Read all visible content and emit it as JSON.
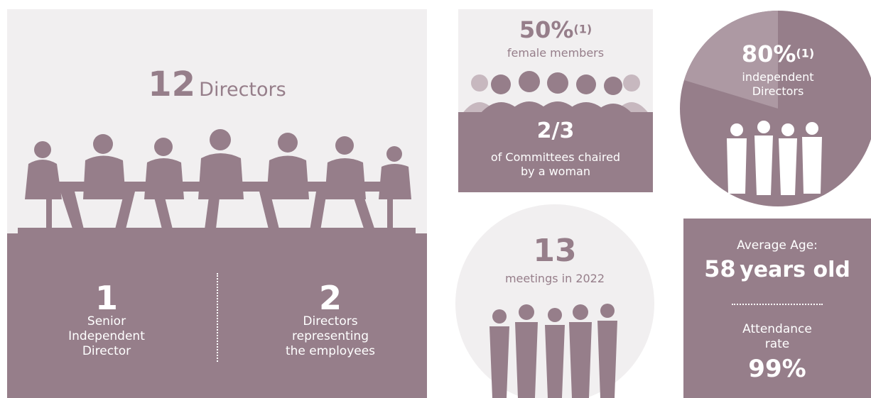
{
  "board": {
    "directors_number": "12",
    "directors_label": "Directors",
    "senior_number": "1",
    "senior_label_1": "Senior",
    "senior_label_2": "Independent",
    "senior_label_3": "Director",
    "employee_number": "2",
    "employee_label_1": "Directors",
    "employee_label_2": "representing",
    "employee_label_3": "the employees"
  },
  "women": {
    "female_pct": "50%",
    "female_note": "(1)",
    "female_label": "female members",
    "chaired_fraction": "2/3",
    "chaired_label_1": "of Committees chaired",
    "chaired_label_2": "by a woman"
  },
  "independent": {
    "pct": "80%",
    "note": "(1)",
    "label_1": "independent",
    "label_2": "Directors"
  },
  "meetings": {
    "number": "13",
    "label": "meetings in 2022"
  },
  "age": {
    "label": "Average Age:",
    "number": "58",
    "unit": "years old",
    "attendance_label_1": "Attendance",
    "attendance_label_2": "rate",
    "attendance_value": "99%"
  },
  "colors": {
    "mauve": "#967e8a",
    "light_bg": "#f1eff0",
    "light_mauve": "#ad99a3",
    "white": "#ffffff"
  }
}
